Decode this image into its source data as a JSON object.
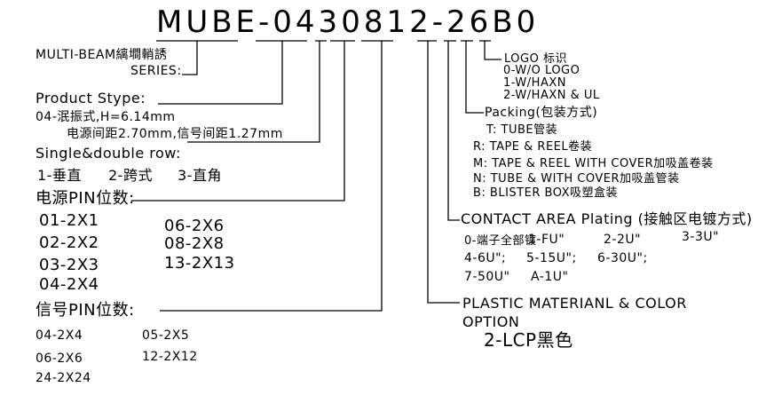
{
  "part_number": "MUBE-0430812-26B0",
  "series": {
    "line1": "MULTI-BEAM縭墹輎誘",
    "line2": "SERIES:"
  },
  "product_type": {
    "header": "Product Stype:",
    "line1": "04-泯振式,H=6.14mm",
    "line2": "电源间距2.70mm,信号间距1.27mm"
  },
  "row": {
    "header": "Single&double row:",
    "options": [
      "1-垂直",
      "2-跨式",
      "3-直角"
    ]
  },
  "power_pin": {
    "header": "电源PIN位数:",
    "col1": [
      "01-2X1",
      "02-2X2",
      "03-2X3",
      "04-2X4"
    ],
    "col2": [
      "06-2X6",
      "08-2X8",
      "13-2X13"
    ]
  },
  "signal_pin": {
    "header": "信号PIN位数:",
    "col1": [
      "04-2X4",
      "06-2X6",
      "24-2X24"
    ],
    "col2": [
      "05-2X5",
      "12-2X12"
    ]
  },
  "logo": {
    "header": "LOGO 标识",
    "options": [
      "0-W/O LOGO",
      "1-W/HAXN",
      "2-W/HAXN & UL"
    ]
  },
  "packing": {
    "header": "Packing(包装方式)",
    "options": [
      "T: TUBE管装",
      "R: TAPE & REEL卷装",
      "M: TAPE & REEL WITH COVER加吸盖卷装",
      "N: TUBE & WITH COVER加吸盖管装",
      "B: BLISTER BOX吸塑盒装"
    ]
  },
  "plating": {
    "header": "CONTACT AREA Plating (接触区电镀方式)",
    "row1": [
      "0-端子全部镀",
      "1-FU\"",
      "2-2U\"",
      "3-3U\""
    ],
    "row2": [
      "4-6U\";",
      "5-15U\";",
      "6-30U\";"
    ],
    "row3": [
      "7-50U\"",
      "A-1U\""
    ]
  },
  "material": {
    "line1": "PLASTIC MATERIANL & COLOR",
    "line2": "OPTION",
    "value": "2-LCP黑色"
  }
}
